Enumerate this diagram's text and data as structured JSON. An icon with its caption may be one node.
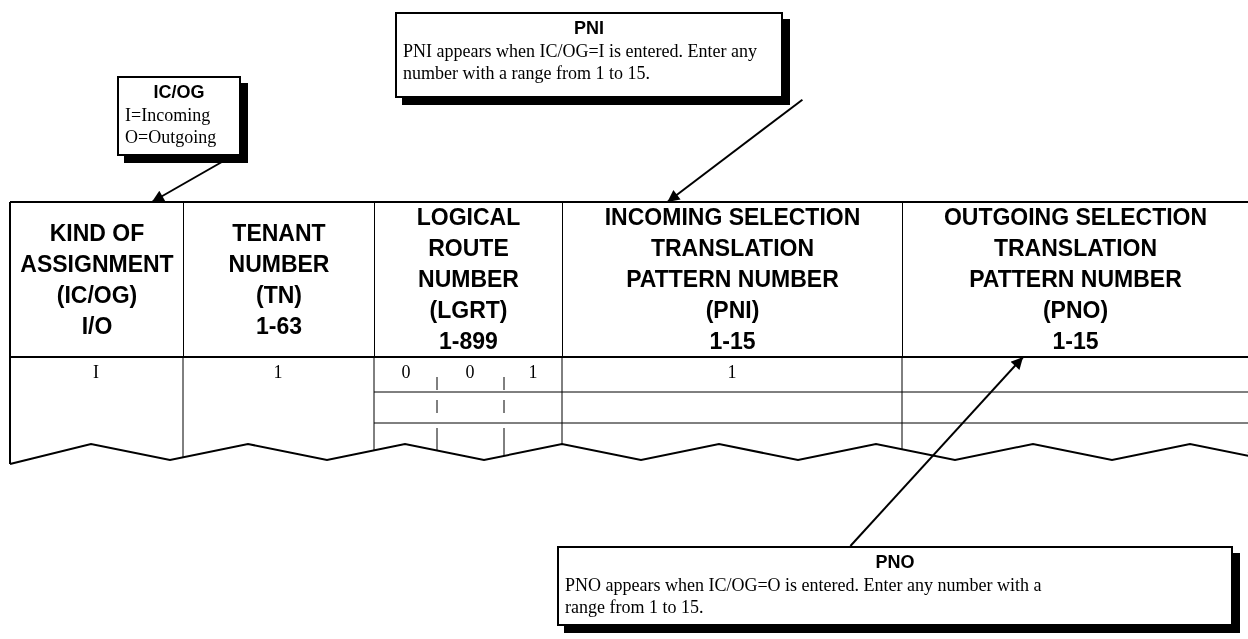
{
  "diagram": {
    "nodes": [
      {
        "text": [
          "IC/OG",
          "I=Incoming O=Outgoing"
        ]
      },
      {
        "text": [
          "PNI",
          "PNI appears when IC/OG=I is entered. Enter any number with a range from 1 to 15."
        ]
      },
      {
        "text": [
          "PNO",
          "PNO appears when IC/OG=O is entered. Enter any number with a range from 1 to 15."
        ]
      },
      {
        "text": [
          "KIND OF ASSIGNMENT",
          "(IC/OG)",
          "I/O"
        ]
      },
      {
        "text": [
          "TENANT NUMBER",
          "(TN)",
          "1-63"
        ]
      },
      {
        "text": [
          "LOGICAL ROUTE NUMBER",
          "(LGRT)",
          "1-899"
        ]
      },
      {
        "text": [
          "INCOMING SELECTION TRANSLATION PATTERN NUMBER",
          "(PNI)",
          "1-15"
        ]
      },
      {
        "text": [
          "OUTGOING SELECTION TRANSLATION PATTERN NUMBER",
          "(PNO)",
          "1-15"
        ]
      }
    ],
    "edges": [
      {
        "from": 0,
        "to": 3,
        "arrow": "to"
      },
      {
        "from": 1,
        "to": 6,
        "arrow": "to"
      },
      {
        "from": 2,
        "to": 7,
        "arrow": "to"
      }
    ],
    "labels": [
      "I",
      "1",
      "0",
      "0",
      "1",
      "1"
    ]
  }
}
